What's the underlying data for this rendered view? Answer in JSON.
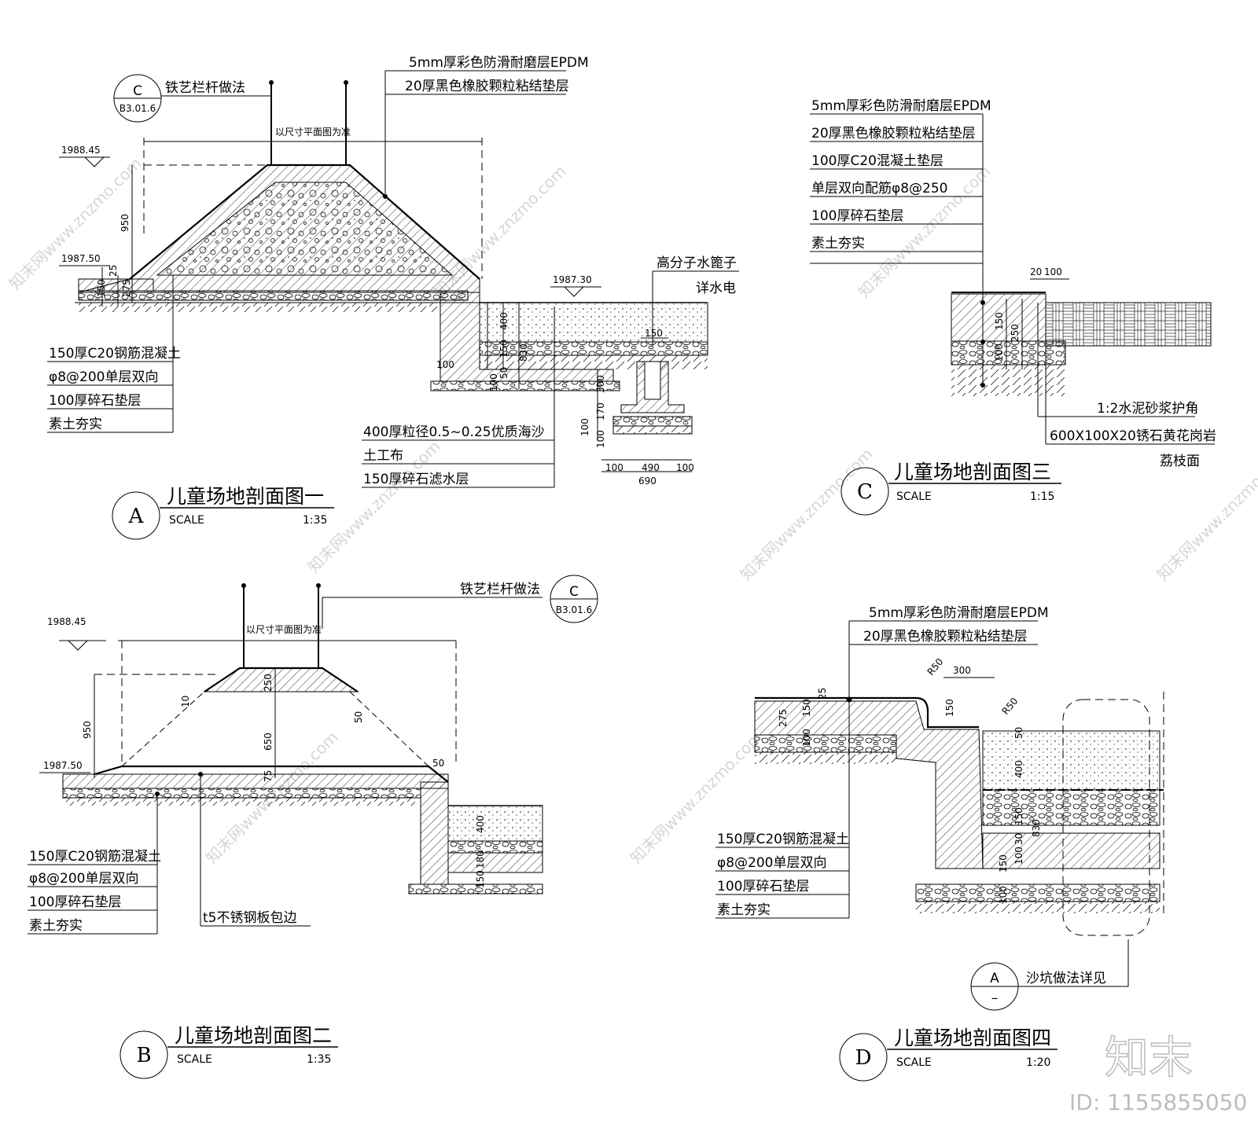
{
  "colors": {
    "ink": "#000000",
    "watermark": "#cfcfcf"
  },
  "watermark": {
    "brand_text": "知末网www.znzmo.com",
    "logo_text": "知末",
    "id_text": "ID: 1155855050"
  },
  "sectionA": {
    "title": "儿童场地剖面图一",
    "letter": "A",
    "scale_label": "SCALE",
    "scale": "1:35",
    "ref_top": "C",
    "ref_bottom": "B3.01.6",
    "railing_note": "铁艺栏杆做法",
    "plan_note": "以尺寸平面图为准",
    "layers_top": [
      "5mm厚彩色防滑耐磨层EPDM",
      "20厚黑色橡胶颗粒粘结垫层"
    ],
    "layers_left": [
      "150厚C20钢筋混凝土",
      "φ8@200单层双向",
      "100厚碎石垫层",
      "素土夯实"
    ],
    "layers_bottom": [
      "400厚粒径0.5~0.25优质海沙",
      "土工布",
      "150厚碎石滤水层"
    ],
    "drain_note": [
      "高分子水篦子",
      "详水电"
    ],
    "elevations": [
      "1988.45",
      "1987.50",
      "1987.30"
    ],
    "dims": [
      "950",
      "25",
      "150",
      "275",
      "400",
      "830",
      "150",
      "100",
      "50",
      "100",
      "300",
      "170",
      "100",
      "100",
      "100",
      "490",
      "100",
      "690",
      "150",
      "150"
    ]
  },
  "sectionB": {
    "title": "儿童场地剖面图二",
    "letter": "B",
    "scale_label": "SCALE",
    "scale": "1:35",
    "ref_top": "C",
    "ref_bottom": "B3.01.6",
    "railing_note": "铁艺栏杆做法",
    "plan_note": "以尺寸平面图为准",
    "layers_left": [
      "150厚C20钢筋混凝土",
      "φ8@200单层双向",
      "100厚碎石垫层",
      "素土夯实"
    ],
    "edge_note": "t5不锈钢板包边",
    "elevations": [
      "1988.45",
      "1987.50"
    ],
    "dims": [
      "950",
      "10",
      "250",
      "650",
      "75",
      "50",
      "400",
      "180",
      "150",
      "50"
    ]
  },
  "sectionC": {
    "title": "儿童场地剖面图三",
    "letter": "C",
    "scale_label": "SCALE",
    "scale": "1:15",
    "layers": [
      "5mm厚彩色防滑耐磨层EPDM",
      "20厚黑色橡胶颗粒粘结垫层",
      "100厚C20混凝土垫层",
      "单层双向配筋φ8@250",
      "100厚碎石垫层",
      "素土夯实"
    ],
    "edge_notes": [
      "1:2水泥砂浆护角",
      "600X100X20锈石黄花岗岩",
      "荔枝面"
    ],
    "dims": [
      "20",
      "100",
      "150",
      "250",
      "100"
    ]
  },
  "sectionD": {
    "title": "儿童场地剖面图四",
    "letter": "D",
    "scale_label": "SCALE",
    "scale": "1:20",
    "layers_top": [
      "5mm厚彩色防滑耐磨层EPDM",
      "20厚黑色橡胶颗粒粘结垫层"
    ],
    "layers_left": [
      "150厚C20钢筋混凝土",
      "φ8@200单层双向",
      "100厚碎石垫层",
      "素土夯实"
    ],
    "sandpit_note": "沙坑做法详见",
    "ref_top": "A",
    "ref_bottom": "–",
    "dims": [
      "R50",
      "300",
      "R50",
      "150",
      "25",
      "275",
      "150",
      "100",
      "50",
      "400",
      "830",
      "150",
      "30",
      "100",
      "150",
      "100"
    ]
  }
}
